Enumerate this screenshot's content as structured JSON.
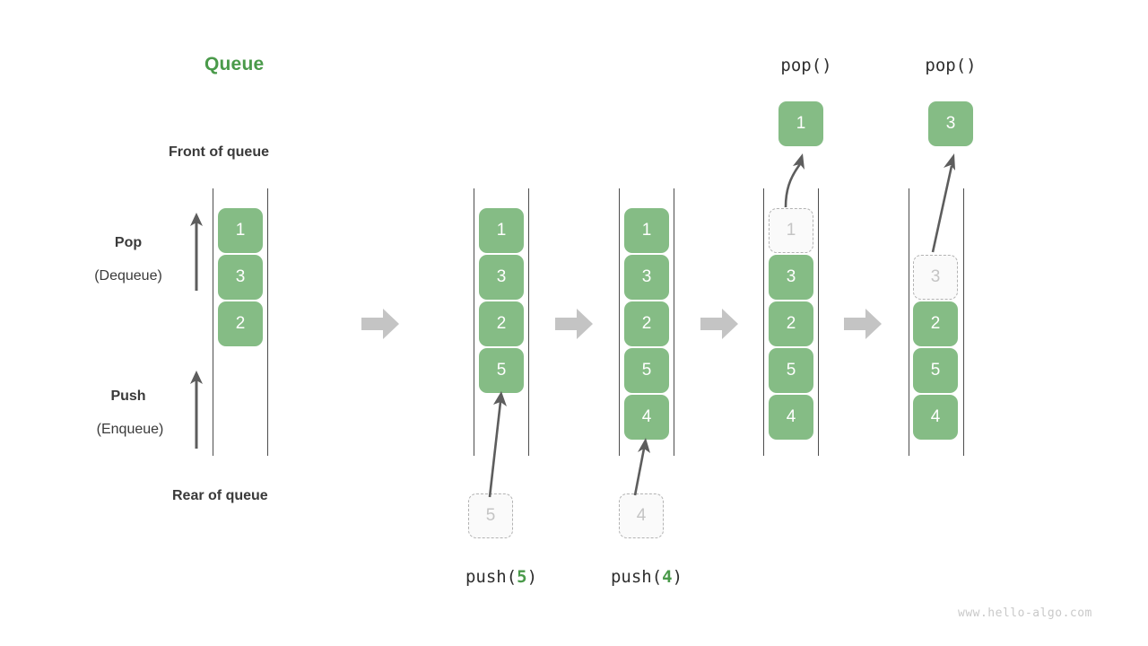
{
  "title": {
    "text": "Queue",
    "color": "#4a9a4a"
  },
  "labels": {
    "front": "Front of queue",
    "rear": "Rear of queue",
    "pop": "Pop",
    "pop_sub": "(Dequeue)",
    "push": "Push",
    "push_sub": "(Enqueue)"
  },
  "watermark": "www.hello-algo.com",
  "colors": {
    "cell_fill": "#85bc85",
    "cell_text": "#ffffff",
    "ghost_fill": "#fafafa",
    "ghost_border": "#b3b3b3",
    "ghost_text": "#c4c4c4",
    "rail": "#4d4d4d",
    "arrow_gray": "#c4c4c4",
    "thin_arrow": "#5d5d5d",
    "accent_green": "#4a9a4a",
    "text_dark": "#3a3a3a"
  },
  "steps": [
    {
      "id": "initial",
      "caption": null,
      "op_label": null,
      "cells": [
        "1",
        "3",
        "2"
      ],
      "incoming": null,
      "popped": null
    },
    {
      "id": "push-5",
      "caption_prefix": "push(",
      "caption_arg": "5",
      "caption_suffix": ")",
      "op_label": null,
      "cells": [
        "1",
        "3",
        "2",
        "5"
      ],
      "incoming": "5",
      "popped": null
    },
    {
      "id": "push-4",
      "caption_prefix": "push(",
      "caption_arg": "4",
      "caption_suffix": ")",
      "op_label": null,
      "cells": [
        "1",
        "3",
        "2",
        "5",
        "4"
      ],
      "incoming": "4",
      "popped": null
    },
    {
      "id": "pop-1",
      "caption_prefix": null,
      "op_label": "pop()",
      "cells": [
        "1",
        "3",
        "2",
        "5",
        "4"
      ],
      "ghost_index": 0,
      "incoming": null,
      "popped": "1"
    },
    {
      "id": "pop-3",
      "caption_prefix": null,
      "op_label": "pop()",
      "cells": [
        "3",
        "2",
        "5",
        "4"
      ],
      "ghost_index": 0,
      "incoming": null,
      "popped": "3"
    }
  ],
  "separators": [
    "arrow-right-icon",
    "arrow-right-icon",
    "arrow-right-icon",
    "arrow-right-icon"
  ]
}
